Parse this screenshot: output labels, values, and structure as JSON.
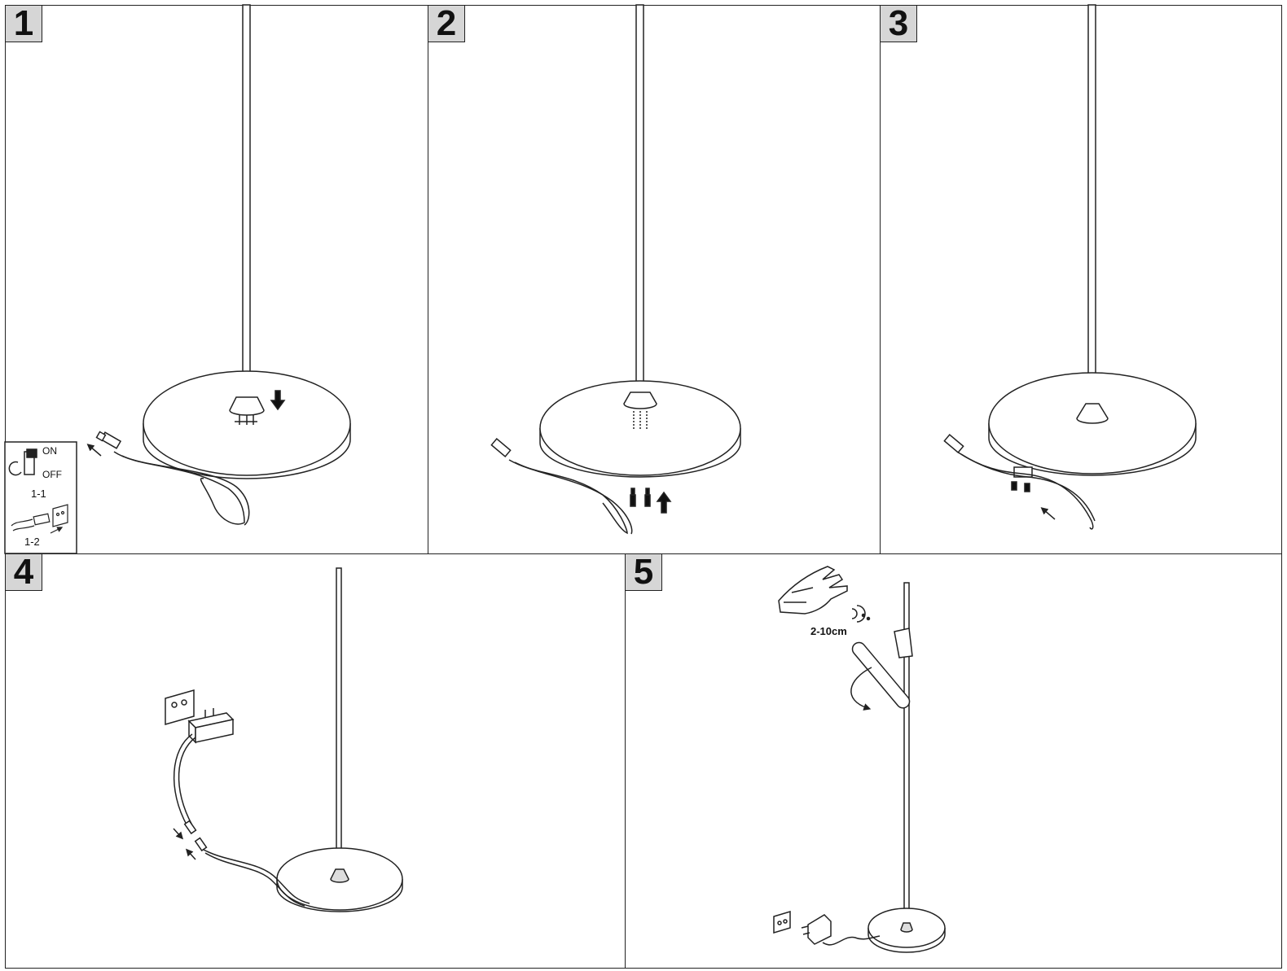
{
  "steps": [
    {
      "number": "1"
    },
    {
      "number": "2"
    },
    {
      "number": "3"
    },
    {
      "number": "4"
    },
    {
      "number": "5"
    }
  ],
  "switch_inset": {
    "on_label": "ON",
    "off_label": "OFF",
    "sub_step_1": "1-1",
    "sub_step_2": "1-2"
  },
  "sensor": {
    "distance_label": "2-10cm"
  },
  "icons": [
    "arrow-down-icon",
    "arrow-up-icon",
    "arrow-diagonal-icon",
    "switch-icon",
    "plug-socket-icon",
    "hand-icon",
    "wave-icon",
    "rotate-arrow-icon"
  ],
  "colors": {
    "line": "#222222",
    "badge_bg": "#d6d6d6",
    "fill": "#ffffff"
  }
}
